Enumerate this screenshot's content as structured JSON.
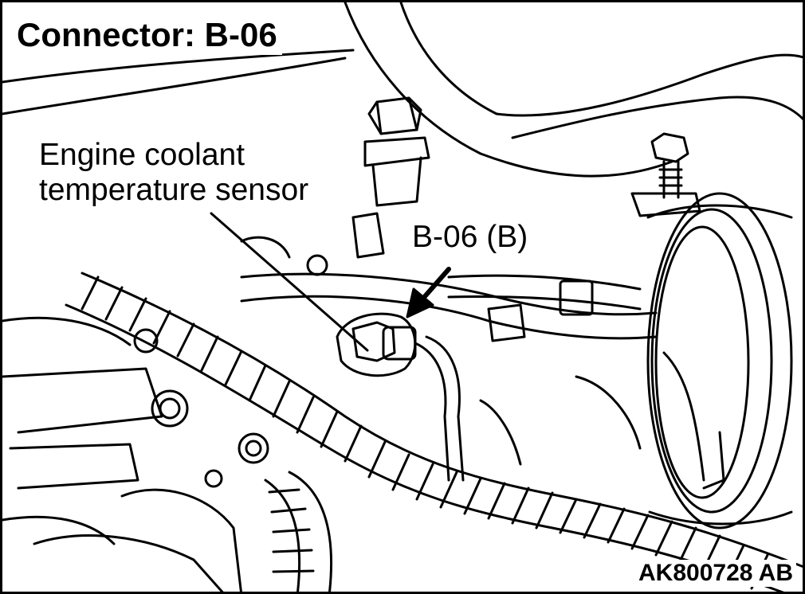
{
  "title": "Connector: B-06",
  "callouts": {
    "sensor_line1": "Engine coolant",
    "sensor_line2": "temperature sensor",
    "connector": "B-06 (B)"
  },
  "figure_code": "AK800728 AB",
  "colors": {
    "line": "#000000",
    "background": "#ffffff"
  }
}
